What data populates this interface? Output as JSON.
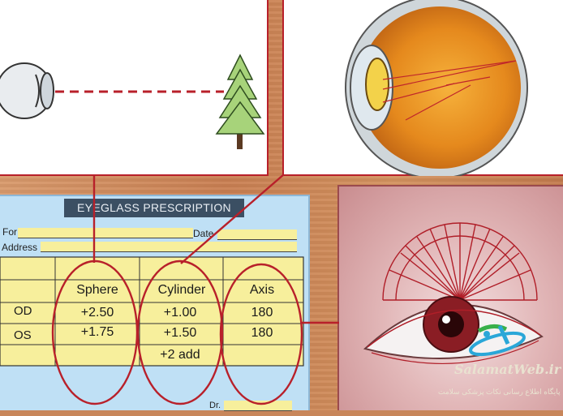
{
  "prescription": {
    "title": "EYEGLASS PRESCRIPTION",
    "for_label": "For",
    "date_label": "Date",
    "address_label": "Address",
    "doctor_label": "Dr.",
    "columns": [
      "Sphere",
      "Cylinder",
      "Axis"
    ],
    "rows": [
      {
        "eye": "OD",
        "sphere": "+2.50",
        "cylinder": "+1.00",
        "axis": "180"
      },
      {
        "eye": "OS",
        "sphere": "+1.75",
        "cylinder": "+1.50",
        "axis": "180"
      }
    ],
    "add_value": "+2 add"
  },
  "watermark": {
    "main": "SalamatWeb.ir",
    "sub": "پایگاه اطلاع رسانی نکات پزشکی سلامت"
  },
  "colors": {
    "accent_red": "#b8202a",
    "form_blue": "#bfe0f5",
    "form_yellow": "#f7ef9c",
    "title_bar": "#3b4f63"
  }
}
